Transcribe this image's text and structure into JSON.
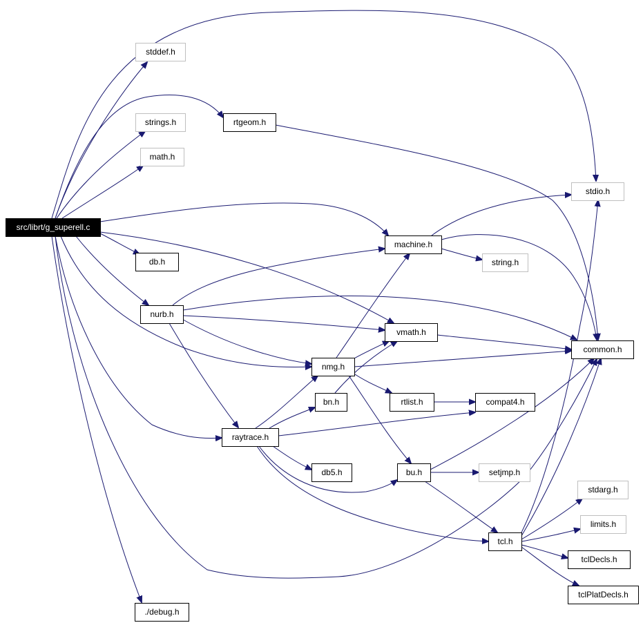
{
  "graph": {
    "colors": {
      "edge": "#191970",
      "node_border": "#000000",
      "external_border": "#bfbfbf",
      "root_fill": "#000000",
      "root_text": "#ffffff",
      "node_fill": "#ffffff",
      "text": "#000000"
    },
    "nodes": [
      {
        "id": "root",
        "label": "src/librt/g_superell.c",
        "kind": "root"
      },
      {
        "id": "stddef",
        "label": "stddef.h",
        "kind": "external"
      },
      {
        "id": "rtgeom",
        "label": "rtgeom.h",
        "kind": "internal"
      },
      {
        "id": "strings",
        "label": "strings.h",
        "kind": "external"
      },
      {
        "id": "math",
        "label": "math.h",
        "kind": "external"
      },
      {
        "id": "stdio",
        "label": "stdio.h",
        "kind": "external"
      },
      {
        "id": "machine",
        "label": "machine.h",
        "kind": "internal"
      },
      {
        "id": "db",
        "label": "db.h",
        "kind": "internal"
      },
      {
        "id": "string",
        "label": "string.h",
        "kind": "external"
      },
      {
        "id": "nurb",
        "label": "nurb.h",
        "kind": "internal"
      },
      {
        "id": "vmath",
        "label": "vmath.h",
        "kind": "internal"
      },
      {
        "id": "common",
        "label": "common.h",
        "kind": "internal"
      },
      {
        "id": "nmg",
        "label": "nmg.h",
        "kind": "internal"
      },
      {
        "id": "bn",
        "label": "bn.h",
        "kind": "internal"
      },
      {
        "id": "rtlist",
        "label": "rtlist.h",
        "kind": "internal"
      },
      {
        "id": "compat4",
        "label": "compat4.h",
        "kind": "internal"
      },
      {
        "id": "raytrace",
        "label": "raytrace.h",
        "kind": "internal"
      },
      {
        "id": "db5",
        "label": "db5.h",
        "kind": "internal"
      },
      {
        "id": "bu",
        "label": "bu.h",
        "kind": "internal"
      },
      {
        "id": "setjmp",
        "label": "setjmp.h",
        "kind": "external"
      },
      {
        "id": "stdarg",
        "label": "stdarg.h",
        "kind": "external"
      },
      {
        "id": "limits",
        "label": "limits.h",
        "kind": "external"
      },
      {
        "id": "tcl",
        "label": "tcl.h",
        "kind": "internal"
      },
      {
        "id": "tclDecls",
        "label": "tclDecls.h",
        "kind": "internal"
      },
      {
        "id": "tclPlatDecls",
        "label": "tclPlatDecls.h",
        "kind": "internal"
      },
      {
        "id": "debug",
        "label": "./debug.h",
        "kind": "internal"
      }
    ],
    "edges": [
      {
        "from": "root",
        "to": "stdio"
      },
      {
        "from": "root",
        "to": "stddef"
      },
      {
        "from": "root",
        "to": "rtgeom"
      },
      {
        "from": "root",
        "to": "strings"
      },
      {
        "from": "root",
        "to": "math"
      },
      {
        "from": "root",
        "to": "machine"
      },
      {
        "from": "root",
        "to": "vmath"
      },
      {
        "from": "root",
        "to": "db"
      },
      {
        "from": "root",
        "to": "nurb"
      },
      {
        "from": "root",
        "to": "nmg"
      },
      {
        "from": "root",
        "to": "raytrace"
      },
      {
        "from": "root",
        "to": "common"
      },
      {
        "from": "root",
        "to": "debug"
      },
      {
        "from": "rtgeom",
        "to": "common"
      },
      {
        "from": "machine",
        "to": "stdio"
      },
      {
        "from": "machine",
        "to": "string"
      },
      {
        "from": "machine",
        "to": "common"
      },
      {
        "from": "nurb",
        "to": "machine"
      },
      {
        "from": "nurb",
        "to": "common"
      },
      {
        "from": "nurb",
        "to": "vmath"
      },
      {
        "from": "nurb",
        "to": "nmg"
      },
      {
        "from": "nurb",
        "to": "raytrace"
      },
      {
        "from": "vmath",
        "to": "common"
      },
      {
        "from": "nmg",
        "to": "machine"
      },
      {
        "from": "nmg",
        "to": "vmath"
      },
      {
        "from": "nmg",
        "to": "common"
      },
      {
        "from": "nmg",
        "to": "rtlist"
      },
      {
        "from": "nmg",
        "to": "bu"
      },
      {
        "from": "bn",
        "to": "vmath"
      },
      {
        "from": "rtlist",
        "to": "compat4"
      },
      {
        "from": "raytrace",
        "to": "nmg"
      },
      {
        "from": "raytrace",
        "to": "bn"
      },
      {
        "from": "raytrace",
        "to": "compat4"
      },
      {
        "from": "raytrace",
        "to": "db5"
      },
      {
        "from": "raytrace",
        "to": "bu"
      },
      {
        "from": "raytrace",
        "to": "tcl"
      },
      {
        "from": "bu",
        "to": "common"
      },
      {
        "from": "bu",
        "to": "setjmp"
      },
      {
        "from": "bu",
        "to": "tcl"
      },
      {
        "from": "tcl",
        "to": "stdio"
      },
      {
        "from": "tcl",
        "to": "common"
      },
      {
        "from": "tcl",
        "to": "stdarg"
      },
      {
        "from": "tcl",
        "to": "limits"
      },
      {
        "from": "tcl",
        "to": "tclDecls"
      },
      {
        "from": "tcl",
        "to": "tclPlatDecls"
      }
    ]
  }
}
